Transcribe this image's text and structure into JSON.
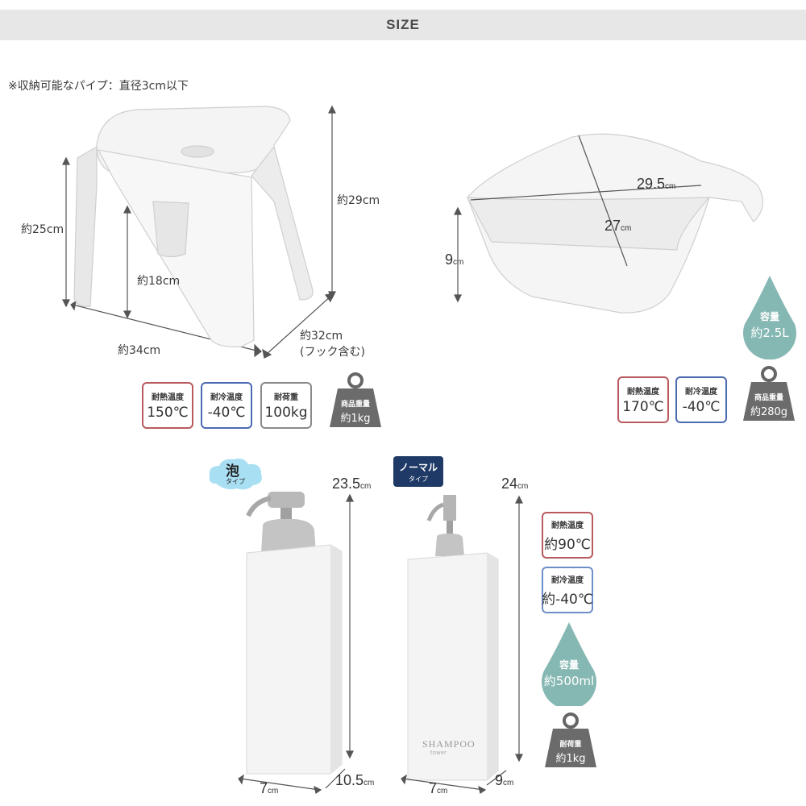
{
  "header": {
    "title": "SIZE"
  },
  "note": "※収納可能なパイプ：直径3cm以下",
  "stool": {
    "height_total": "約29cm",
    "height_seat": "約25cm",
    "height_inner": "約18cm",
    "width": "約34cm",
    "depth_line1": "約32cm",
    "depth_line2": "(フック含む)",
    "badges": [
      {
        "title": "耐熱温度",
        "value": "150℃",
        "color": "#b85a5e"
      },
      {
        "title": "耐冷温度",
        "value": "-40℃",
        "color": "#4b6ab0"
      },
      {
        "title": "耐荷重",
        "value": "100kg",
        "color": "#8a8a8a"
      }
    ],
    "weight": {
      "title": "商品重量",
      "value": "約1kg"
    }
  },
  "basin": {
    "length": "29.5",
    "width": "27",
    "height": "9",
    "unit": "cm",
    "capacity": {
      "title": "容量",
      "value": "約2.5L"
    },
    "badges": [
      {
        "title": "耐熱温度",
        "value": "170℃",
        "color": "#b85a5e"
      },
      {
        "title": "耐冷温度",
        "value": "-40℃",
        "color": "#4b6ab0"
      }
    ],
    "weight": {
      "title": "商品重量",
      "value": "約280g"
    }
  },
  "foam_bottle": {
    "tag_main": "泡",
    "tag_sub": "タイプ",
    "height": "23.5",
    "width": "7",
    "depth": "10.5",
    "unit": "cm"
  },
  "normal_bottle": {
    "tag_main": "ノーマル",
    "tag_sub": "タイプ",
    "height": "24",
    "width": "7",
    "depth": "9",
    "unit": "cm",
    "print_main": "SHAMPOO",
    "print_sub": "tower"
  },
  "bottle_specs": {
    "badges": [
      {
        "title": "耐熱温度",
        "value": "約90℃",
        "color": "#b85a5e"
      },
      {
        "title": "耐冷温度",
        "value": "約-40℃",
        "color": "#6d8fc9"
      }
    ],
    "capacity": {
      "title": "容量",
      "value": "約500ml"
    },
    "weight": {
      "title": "耐荷重",
      "value": "約1kg"
    }
  },
  "colors": {
    "header_bg": "#e7e7e7",
    "heat_red": "#b85a5e",
    "cold_blue": "#4b6ab0",
    "drop_teal": "#86b8b3",
    "weight_gray": "#6b6b6b",
    "foam_tag": "#a9dff3",
    "normal_tag": "#1f3a66"
  },
  "icons": [
    "weight-icon",
    "water-drop-icon",
    "cloud-tag-icon"
  ]
}
